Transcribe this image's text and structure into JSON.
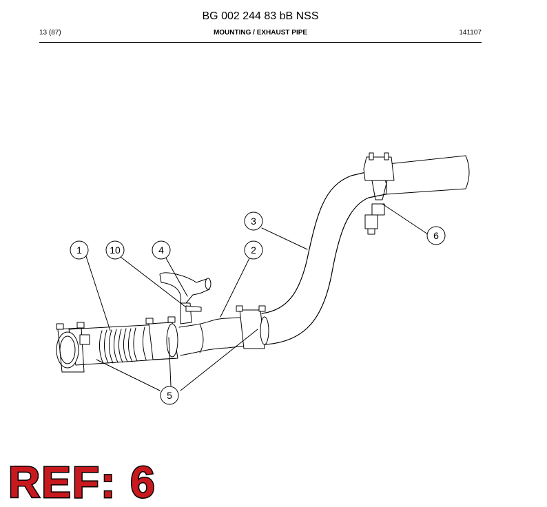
{
  "header": {
    "doc_number": "BG 002 244 83 bB NSS",
    "page": "13 (87)",
    "section": "MOUNTING / EXHAUST PIPE",
    "date_code": "141107"
  },
  "callouts": {
    "c1": "1",
    "c2": "2",
    "c3": "3",
    "c4": "4",
    "c5": "5",
    "c6": "6",
    "c10": "10"
  },
  "ref_label": "REF: 6",
  "colors": {
    "ref_fill": "#c8191f",
    "line": "#000000"
  }
}
